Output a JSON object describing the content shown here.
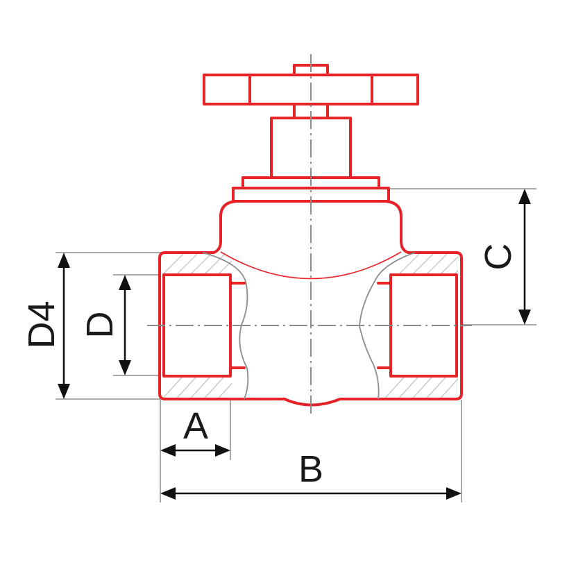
{
  "figure": {
    "subject": "globe-valve",
    "colors": {
      "outline": "#e52329",
      "dimension": "#111111",
      "extension": "#9e9e9e",
      "hatching": "#bdbdbd"
    }
  },
  "dimensions": {
    "a": "A",
    "b": "B",
    "c": "C",
    "d": "D",
    "d4": "D4"
  }
}
